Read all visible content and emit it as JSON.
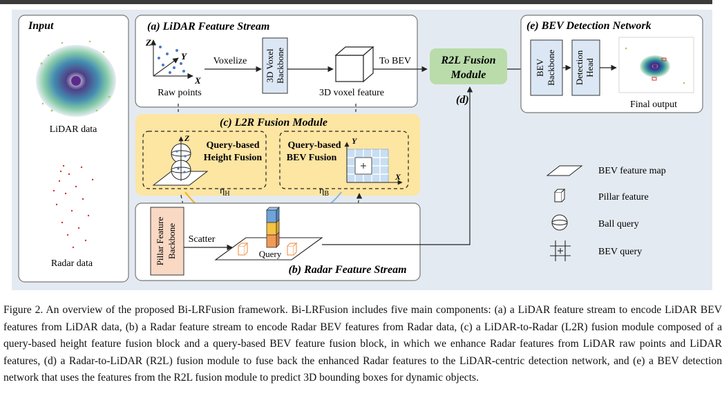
{
  "figure": {
    "input": {
      "title": "Input",
      "lidar_label": "LiDAR data",
      "radar_label": "Radar data"
    },
    "lidar_stream": {
      "title": "(a) LiDAR Feature Stream",
      "axis_z": "Z",
      "axis_y": "Y",
      "axis_x": "X",
      "raw_points": "Raw points",
      "voxelize": "Voxelize",
      "backbone_line1": "3D Voxel",
      "backbone_line2": "Backbone",
      "voxel_feature": "3D voxel feature",
      "to_bev": "To BEV"
    },
    "r2l": {
      "line1": "R2L Fusion",
      "line2": "Module",
      "tag": "(d)"
    },
    "bev_net": {
      "title": "(e) BEV Detection Network",
      "bev_backbone_1": "BEV",
      "bev_backbone_2": "Backbone",
      "det_head_1": "Detection",
      "det_head_2": "Head",
      "final_output": "Final output"
    },
    "l2r": {
      "title": "(c) L2R Fusion Module",
      "height_line1": "Query-based",
      "height_line2": "Height Fusion",
      "bev_line1": "Query-based",
      "bev_line2": "BEV Fusion",
      "axis_z": "Z",
      "axis_y": "Y",
      "axis_x": "X",
      "eta_h": "η",
      "eta_h_sub": "H",
      "eta_b": "η",
      "eta_b_sub": "B"
    },
    "radar_stream": {
      "title": "(b) Radar Feature Stream",
      "pillar_line1": "Pillar Feature",
      "pillar_line2": "Backbone",
      "scatter": "Scatter",
      "query": "Query"
    },
    "legend": {
      "bev_map": "BEV feature map",
      "pillar": "Pillar feature",
      "ball": "Ball query",
      "bev_query": "BEV query"
    },
    "colors": {
      "panel_border": "#777777",
      "l2r_fill": "#fde5a2",
      "r2l_fill": "#b9dcaa",
      "arrow_yellow": "#f3b320",
      "arrow_blue": "#8fb7dc",
      "pillar_blue": "#6fa3d9",
      "pillar_yellow": "#f6c344",
      "pillar_orange": "#f29a55",
      "grid_blue": "#c8def2",
      "lidar_purple": "#3b2a7a"
    }
  },
  "caption": "Figure 2. An overview of the proposed Bi-LRFusion framework. Bi-LRFusion includes five main components: (a) a LiDAR feature stream to encode LiDAR BEV features from LiDAR data, (b) a Radar feature stream to encode Radar BEV features from Radar data, (c) a LiDAR-to-Radar (L2R) fusion module composed of a query-based height feature fusion block and a query-based BEV feature fusion block, in which we enhance Radar features from LiDAR raw points and LiDAR features, (d) a Radar-to-LiDAR (R2L) fusion module to fuse back the enhanced Radar features to the LiDAR-centric detection network, and (e) a BEV detection network that uses the features from the R2L fusion module to predict 3D bounding boxes for dynamic objects."
}
